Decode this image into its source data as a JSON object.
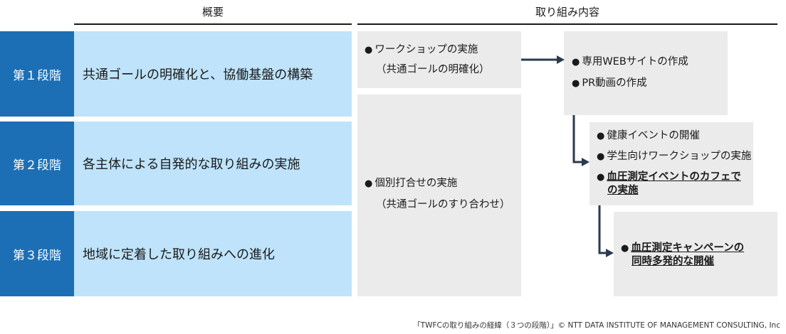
{
  "headers": {
    "overview": "概要",
    "content": "取り組み内容"
  },
  "stages": [
    {
      "label": "第１段階",
      "description": "共通ゴールの明確化と、協働基盤の構築"
    },
    {
      "label": "第２段階",
      "description": "各主体による自発的な取り組みの実施"
    },
    {
      "label": "第３段階",
      "description": "地域に定着した取り組みへの進化"
    }
  ],
  "workshop": {
    "bullet": "●",
    "title": "ワークショップの実施",
    "sub": "（共通ゴールの明確化）"
  },
  "meeting": {
    "bullet": "●",
    "title": "個別打合せの実施",
    "sub": "（共通ゴールのすり合わせ）"
  },
  "box1": {
    "bullet": "●",
    "items": [
      "専用WEBサイトの作成",
      "PR動画の作成"
    ]
  },
  "box2": {
    "bullet": "●",
    "items": [
      "健康イベントの開催",
      "学生向けワークショップの実施"
    ],
    "highlight_line1": "血圧測定イベントのカフェで",
    "highlight_line2": "の実施"
  },
  "box3": {
    "bullet": "●",
    "highlight_line1": "血圧測定キャンペーンの",
    "highlight_line2": "同時多発的な開催"
  },
  "footer": "「TWFCの取り組みの経緯（３つの段階）」© NTT DATA INSTITUTE OF MANAGEMENT CONSULTING, Inc",
  "colors": {
    "stage_blue": "#1c6fb5",
    "stage_light": "#bee3fa",
    "box_gray": "#ebebeb",
    "arrow": "#2b3a4e"
  }
}
